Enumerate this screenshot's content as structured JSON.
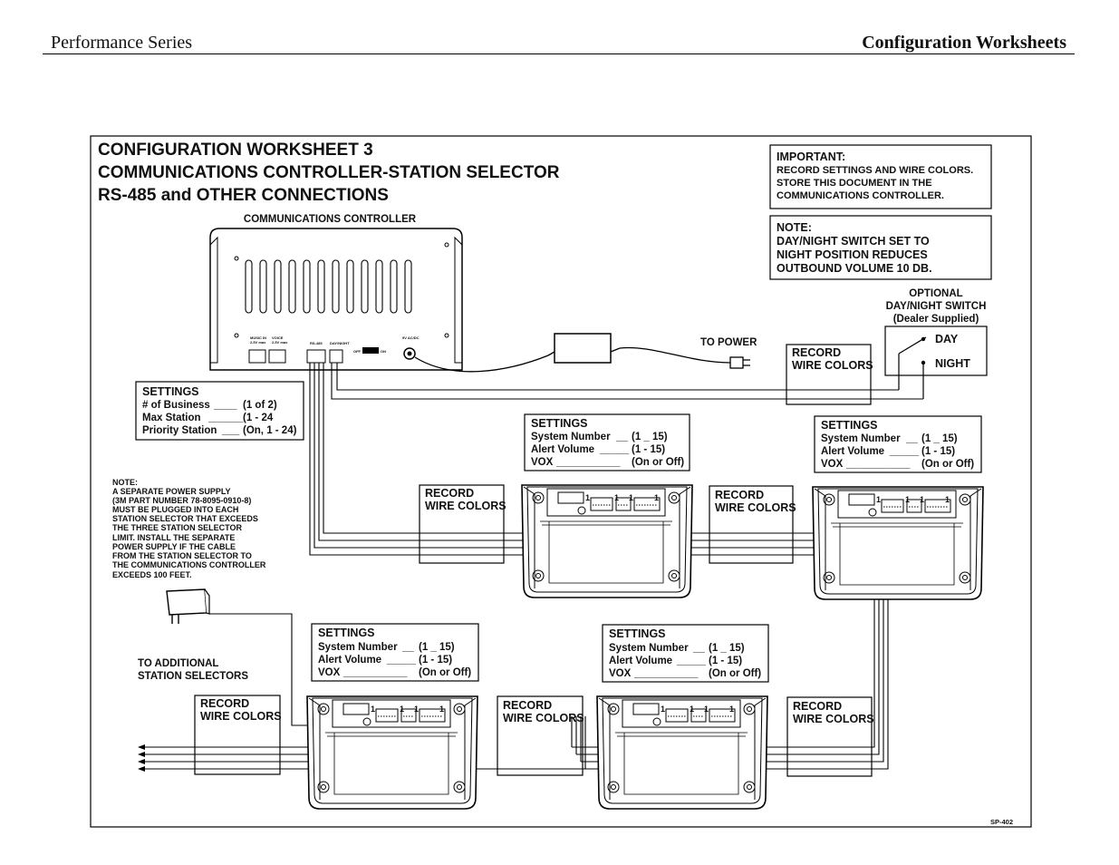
{
  "header": {
    "left": "Performance Series",
    "right": "Configuration Worksheets"
  },
  "worksheet": {
    "title_lines": [
      "CONFIGURATION WORKSHEET 3",
      "COMMUNICATIONS CONTROLLER-STATION SELECTOR",
      "RS-485 and OTHER CONNECTIONS"
    ],
    "controller_label": "COMMUNICATIONS CONTROLLER",
    "controller_ports": {
      "music_in": "MUSIC IN",
      "music_spec": "2.5V max",
      "voice": "VOICE",
      "voice_spec": "2.5V max",
      "rs485": "RS-485",
      "daynight": "DAY/NIGHT",
      "off": "OFF",
      "on": "ON",
      "power": "9V AC/DC"
    },
    "important": {
      "heading": "IMPORTANT:",
      "lines": [
        "RECORD SETTINGS AND WIRE COLORS.",
        "STORE THIS DOCUMENT IN THE",
        "COMMUNICATIONS CONTROLLER."
      ]
    },
    "note_daynight": {
      "heading": "NOTE:",
      "lines": [
        "DAY/NIGHT SWITCH SET TO",
        "NIGHT POSITION REDUCES",
        "OUTBOUND VOLUME 10 DB."
      ]
    },
    "optional_switch": {
      "lines": [
        "OPTIONAL",
        "DAY/NIGHT SWITCH",
        "(Dealer Supplied)"
      ],
      "day": "DAY",
      "night": "NIGHT"
    },
    "to_power": "TO POWER",
    "controller_settings": {
      "heading": "SETTINGS",
      "rows": [
        {
          "label": "# of Business",
          "blank": "____",
          "range": "(1 of 2)"
        },
        {
          "label": "Max Station",
          "blank": "______",
          "range": "(1 - 24"
        },
        {
          "label": "Priority Station",
          "blank": "___",
          "range": "(On, 1 - 24)"
        }
      ]
    },
    "station_settings": {
      "heading": "SETTINGS",
      "rows": [
        {
          "label": "System Number",
          "blank": "__",
          "range": "(1 _ 15)"
        },
        {
          "label": "Alert Volume",
          "blank": "_____",
          "range": "(1 - 15)"
        },
        {
          "label": "VOX",
          "blank": "___________",
          "range": "(On or Off)"
        }
      ]
    },
    "record_wire": [
      "RECORD",
      "WIRE COLORS"
    ],
    "power_note": [
      "NOTE:",
      "A SEPARATE POWER SUPPLY",
      "(3M PART NUMBER 78-8095-0910-8)",
      "MUST BE PLUGGED INTO EACH",
      "STATION SELECTOR THAT EXCEEDS",
      "THE THREE STATION SELECTOR",
      "LIMIT.  INSTALL THE SEPARATE",
      "POWER SUPPLY IF THE CABLE",
      "FROM THE STATION SELECTOR TO",
      "THE COMMUNICATIONS CONTROLLER",
      "EXCEEDS 100 FEET."
    ],
    "additional": [
      "TO ADDITIONAL",
      "STATION SELECTORS"
    ],
    "code": "SP-402"
  }
}
